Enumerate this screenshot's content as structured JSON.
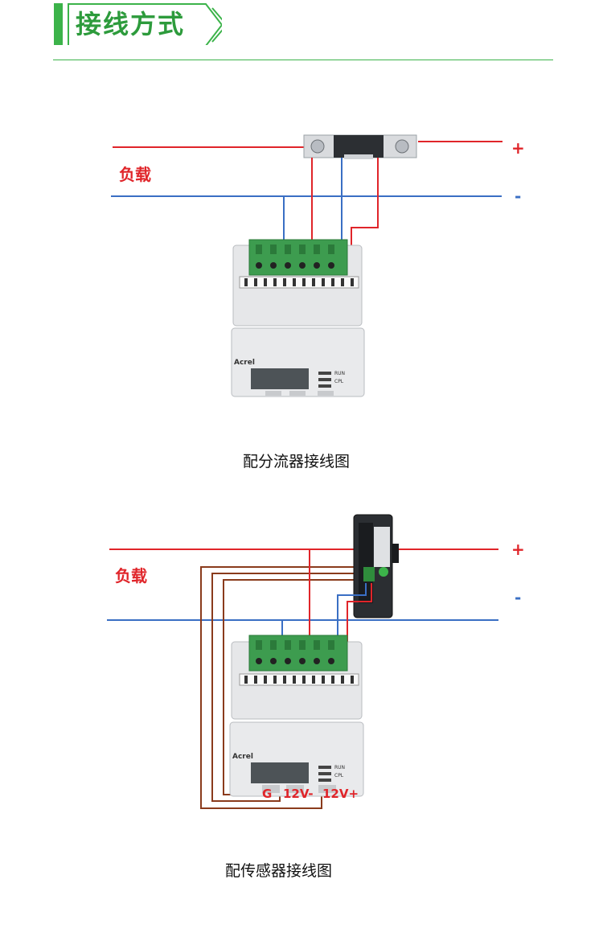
{
  "header": {
    "title": "接线方式"
  },
  "diagram1": {
    "load_label": "负载",
    "plus": "+",
    "minus": "-",
    "meter_brand": "Acrel",
    "meter_led1": "RUN",
    "meter_led2": "CPL",
    "caption": "配分流器接线图"
  },
  "diagram2": {
    "load_label": "负载",
    "plus": "+",
    "minus": "-",
    "meter_brand": "Acrel",
    "meter_led1": "RUN",
    "meter_led2": "CPL",
    "terminal_g": "G",
    "terminal_12vm": "12V-",
    "terminal_12vp": "12V+",
    "caption": "配传感器接线图"
  },
  "colors": {
    "accent": "#3cb34a",
    "positive_wire": "#e0252a",
    "negative_wire": "#3a6fc4",
    "signal_wire": "#8a3b1c"
  }
}
